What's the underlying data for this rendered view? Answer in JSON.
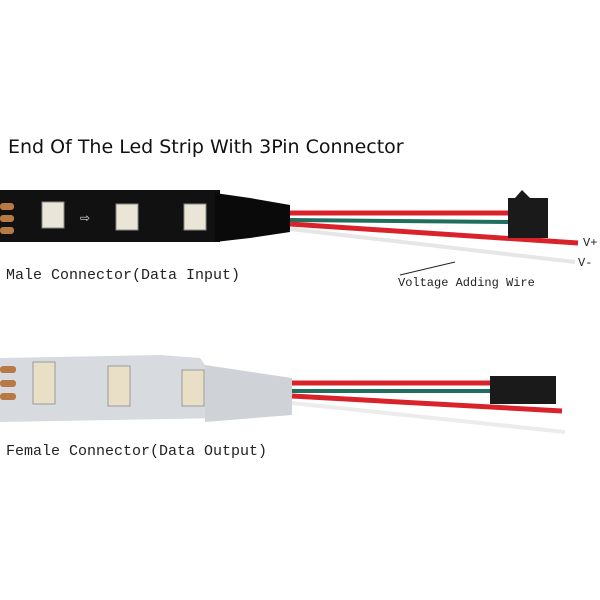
{
  "title": "End Of The Led Strip With 3Pin Connector",
  "labels": {
    "male": "Male Connector(Data Input)",
    "female": "Female Connector(Data Output)",
    "voltage_wire": "Voltage Adding Wire",
    "v_plus": "V+",
    "v_minus": "V-"
  },
  "colors": {
    "wire_red": "#d8232a",
    "wire_green": "#1f6e5e",
    "wire_white": "#eeeeee",
    "strip_black": "#111111",
    "strip_white": "#d9dde0"
  }
}
